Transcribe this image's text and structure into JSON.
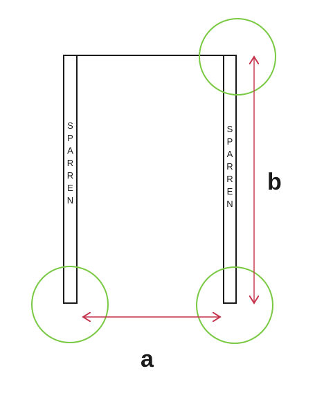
{
  "diagram": {
    "rafter_left_text": "SPARREN",
    "rafter_right_text": "SPARREN",
    "dimension_a": "a",
    "dimension_b": "b"
  },
  "colors": {
    "outline": "#1a1a1a",
    "circle": "#7ac943",
    "arrow": "#c4314b",
    "background": "#ffffff"
  }
}
